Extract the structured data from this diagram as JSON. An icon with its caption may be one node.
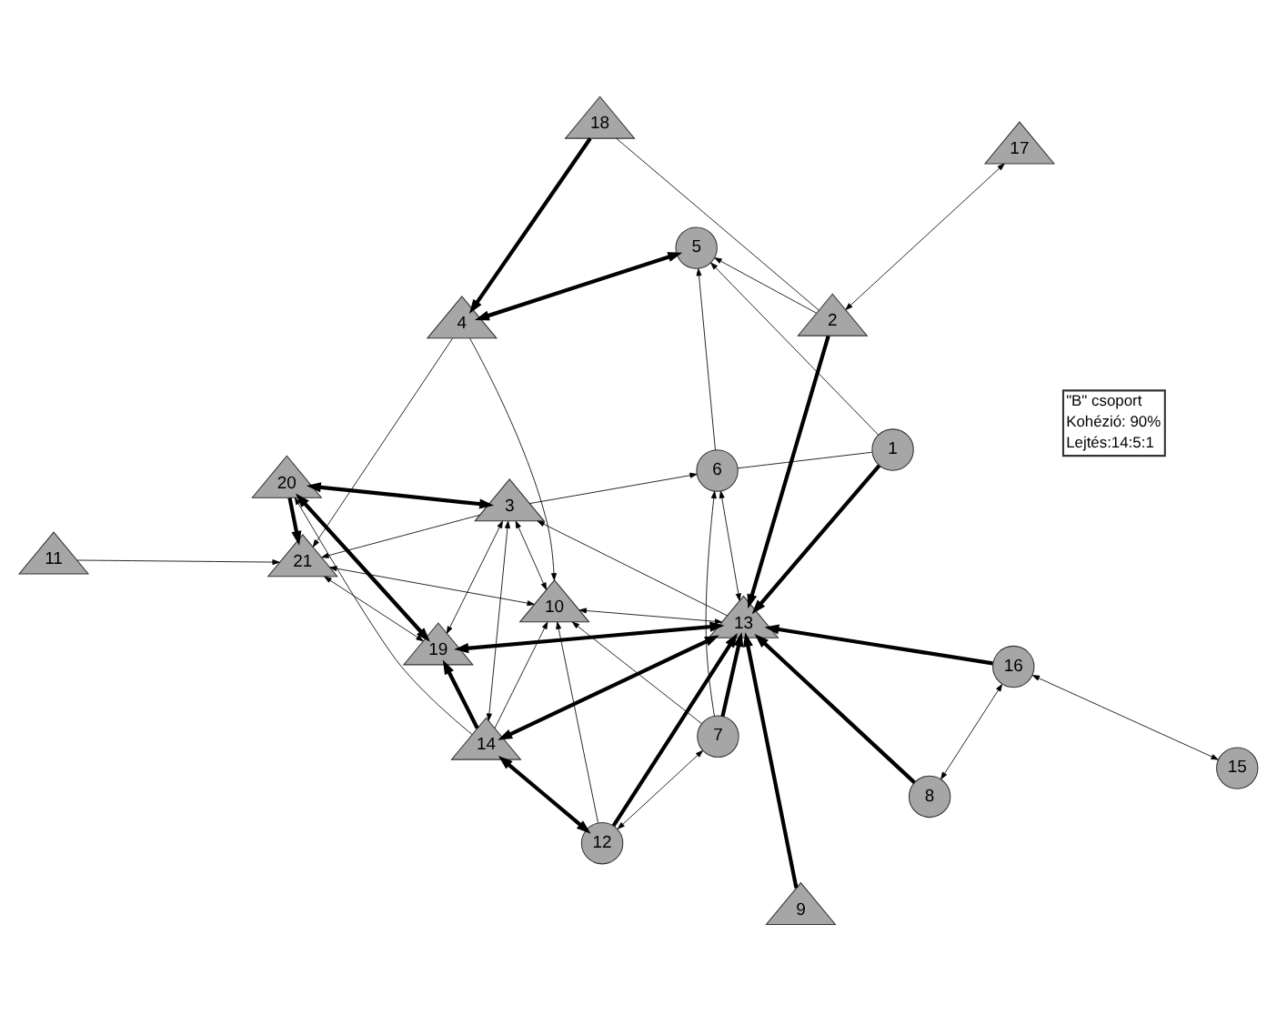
{
  "diagram": {
    "nodes": [
      {
        "text": [
          "1"
        ]
      },
      {
        "text": [
          "2"
        ]
      },
      {
        "text": [
          "3"
        ]
      },
      {
        "text": [
          "4"
        ]
      },
      {
        "text": [
          "5"
        ]
      },
      {
        "text": [
          "6"
        ]
      },
      {
        "text": [
          "7"
        ]
      },
      {
        "text": [
          "8"
        ]
      },
      {
        "text": [
          "9"
        ]
      },
      {
        "text": [
          "10"
        ]
      },
      {
        "text": [
          "11"
        ]
      },
      {
        "text": [
          "12"
        ]
      },
      {
        "text": [
          "13"
        ]
      },
      {
        "text": [
          "14"
        ]
      },
      {
        "text": [
          "15"
        ]
      },
      {
        "text": [
          "16"
        ]
      },
      {
        "text": [
          "17"
        ]
      },
      {
        "text": [
          "18"
        ]
      },
      {
        "text": [
          "19"
        ]
      },
      {
        "text": [
          "20"
        ]
      },
      {
        "text": [
          "21"
        ]
      }
    ],
    "edges": [
      {
        "from": 1,
        "to": 16,
        "arrow": "both"
      },
      {
        "from": 1,
        "to": 12,
        "arrow": "to",
        "style": "thick"
      },
      {
        "from": 8,
        "to": 12,
        "arrow": "to",
        "style": "thick"
      },
      {
        "from": 7,
        "to": 12,
        "arrow": "to",
        "style": "thick"
      },
      {
        "from": 15,
        "to": 12,
        "arrow": "to",
        "style": "thick"
      },
      {
        "from": 7,
        "to": 15,
        "arrow": "both"
      },
      {
        "from": 15,
        "to": 14,
        "arrow": "both"
      },
      {
        "from": 17,
        "to": 3,
        "arrow": "to",
        "style": "thick"
      },
      {
        "from": 1,
        "to": 17,
        "arrow": "none"
      },
      {
        "from": 1,
        "to": 4,
        "arrow": "to"
      },
      {
        "from": 0,
        "to": 12,
        "arrow": "to",
        "style": "thick"
      },
      {
        "from": 0,
        "to": 4,
        "arrow": "to"
      },
      {
        "from": 0,
        "to": 5,
        "arrow": "none"
      },
      {
        "from": 5,
        "to": 4,
        "arrow": "to"
      },
      {
        "from": 3,
        "to": 4,
        "arrow": "both",
        "style": "thick"
      },
      {
        "from": 3,
        "to": 20,
        "arrow": "to"
      },
      {
        "from": 3,
        "to": 9,
        "arrow": "to"
      },
      {
        "from": 13,
        "to": 12,
        "arrow": "both",
        "style": "thick"
      },
      {
        "from": 13,
        "to": 11,
        "arrow": "both",
        "style": "thick"
      },
      {
        "from": 13,
        "to": 18,
        "arrow": "to",
        "style": "thick"
      },
      {
        "from": 13,
        "to": 2,
        "arrow": "both"
      },
      {
        "from": 13,
        "to": 9,
        "arrow": "to"
      },
      {
        "from": 13,
        "to": 19,
        "arrow": "to"
      },
      {
        "from": 11,
        "to": 12,
        "arrow": "to",
        "style": "thick"
      },
      {
        "from": 6,
        "to": 12,
        "arrow": "to",
        "style": "thick"
      },
      {
        "from": 11,
        "to": 6,
        "arrow": "both"
      },
      {
        "from": 12,
        "to": 18,
        "arrow": "both",
        "style": "thick"
      },
      {
        "from": 12,
        "to": 5,
        "arrow": "both"
      },
      {
        "from": 2,
        "to": 5,
        "arrow": "to"
      },
      {
        "from": 6,
        "to": 5,
        "arrow": "to"
      },
      {
        "from": 12,
        "to": 2,
        "arrow": "to"
      },
      {
        "from": 12,
        "to": 9,
        "arrow": "both"
      },
      {
        "from": 2,
        "to": 18,
        "arrow": "both"
      },
      {
        "from": 2,
        "to": 19,
        "arrow": "both",
        "style": "thick"
      },
      {
        "from": 2,
        "to": 9,
        "arrow": "both"
      },
      {
        "from": 2,
        "to": 20,
        "arrow": "to"
      },
      {
        "from": 18,
        "to": 20,
        "arrow": "both"
      },
      {
        "from": 19,
        "to": 20,
        "arrow": "to",
        "style": "thick"
      },
      {
        "from": 19,
        "to": 18,
        "arrow": "both",
        "style": "thick"
      },
      {
        "from": 20,
        "to": 9,
        "arrow": "both"
      },
      {
        "from": 10,
        "to": 20,
        "arrow": "to"
      },
      {
        "from": 6,
        "to": 9,
        "arrow": "to"
      },
      {
        "from": 11,
        "to": 9,
        "arrow": "to"
      }
    ],
    "labels": [
      "\"B\" csoport",
      "Kohézió: 90%",
      "Lejtés:14:5:1"
    ]
  }
}
